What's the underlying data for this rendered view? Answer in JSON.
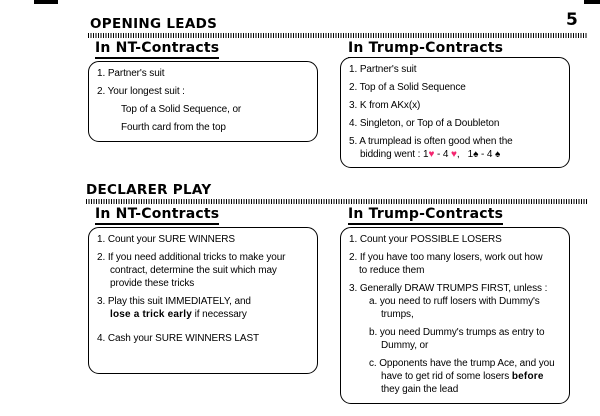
{
  "colors": {
    "heart": "#f4256f",
    "ink": "#000000",
    "paper": "#ffffff"
  },
  "page": {
    "number": "5"
  },
  "opening": {
    "title": "OPENING LEADS",
    "nt": {
      "heading": "In NT-Contracts",
      "l1": "1. Partner's suit",
      "l2": "2. Your longest suit :",
      "l3": "Top of a Solid Sequence, or",
      "l4": "Fourth card from the top"
    },
    "trump": {
      "heading": "In Trump-Contracts",
      "l1": "1. Partner's suit",
      "l2": "2. Top of a Solid Sequence",
      "l3": "3. K from AKx(x)",
      "l4": "4. Singleton, or Top of a Doubleton",
      "l5": "5. A trumplead is often good when the",
      "bid_prefix": "bidding went : 1",
      "heart": "♥",
      "bid_mid1": " - 4 ",
      "bid_mid2": ",   1",
      "spade": "♠",
      "bid_mid3": " - 4 "
    }
  },
  "declarer": {
    "title": "DECLARER PLAY",
    "nt": {
      "heading": "In NT-Contracts",
      "l1": "1. Count your SURE WINNERS",
      "l2a": "2. If you need additional tricks to make your",
      "l2b": "contract, determine the suit which may",
      "l2c": "provide these tricks",
      "l3a": "3. Play this suit IMMEDIATELY, and",
      "l3b_bold": "lose a trick early",
      "l3b_rest": " if necessary",
      "l4": "4. Cash your SURE WINNERS LAST"
    },
    "trump": {
      "heading": "In Trump-Contracts",
      "l1": "1. Count your POSSIBLE LOSERS",
      "l2a": "2. If you have too many losers, work out how",
      "l2b": "to reduce them",
      "l3": "3. Generally DRAW TRUMPS FIRST, unless :",
      "a1": "a. you need to ruff losers with Dummy's",
      "a2": "trumps,",
      "b1": "b. you need Dummy's trumps as entry to",
      "b2": "Dummy, or",
      "c1": "c. Opponents have the trump Ace, and you",
      "c2a": "have to get rid of some losers ",
      "c2b_bold": "before",
      "c3": "they gain the lead"
    }
  }
}
